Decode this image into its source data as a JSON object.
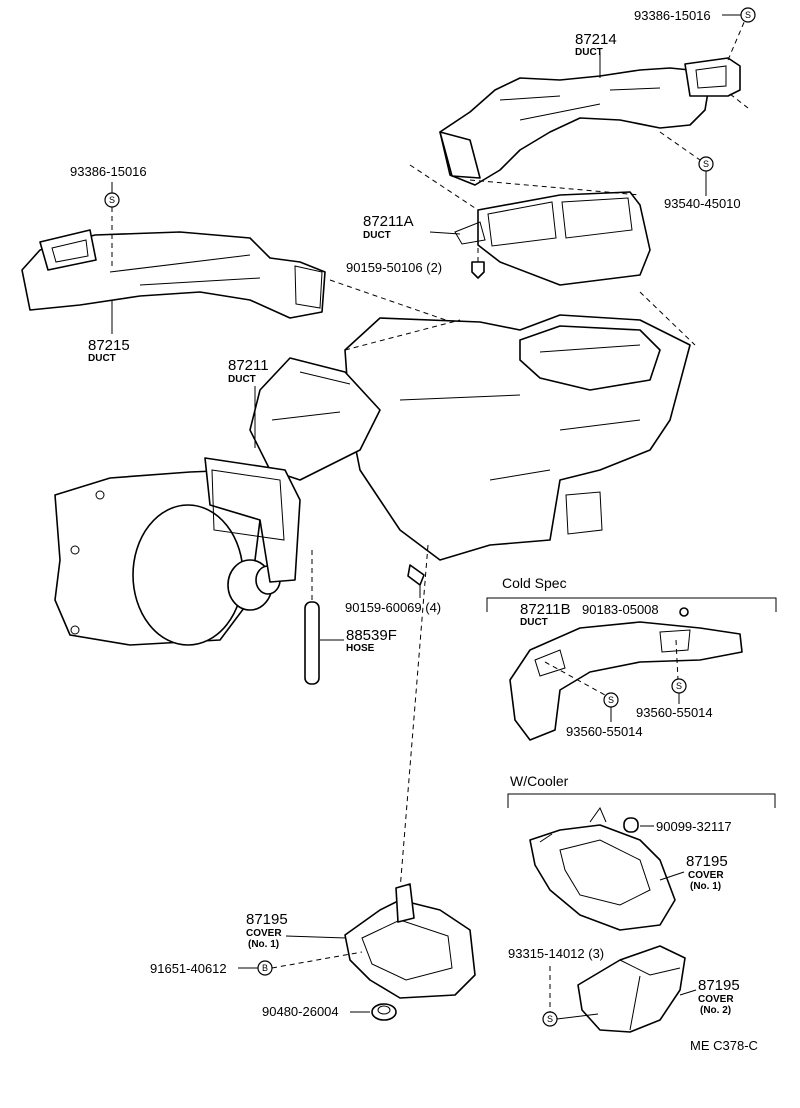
{
  "labels": {
    "p93386_top": "93386-15016",
    "p87214": "87214",
    "duct_87214": "DUCT",
    "p93540": "93540-45010",
    "p93386_left": "93386-15016",
    "p87211A": "87211A",
    "duct_87211A": "DUCT",
    "p90159_50106": "90159-50106 (2)",
    "p87215": "87215",
    "duct_87215": "DUCT",
    "p87211": "87211",
    "duct_87211": "DUCT",
    "p90159_60069": "90159-60069 (4)",
    "p88539F": "88539F",
    "hose": "HOSE",
    "p87211B": "87211B",
    "duct_87211B": "DUCT",
    "p90183": "90183-05008",
    "p93560_a": "93560-55014",
    "p93560_b": "93560-55014",
    "p90099": "90099-32117",
    "p87195_a": "87195",
    "cover_a": "COVER",
    "no1_a": "(No. 1)",
    "p93315": "93315-14012 (3)",
    "p87195_b": "87195",
    "cover_b": "COVER",
    "no2_b": "(No. 2)",
    "p87195_c": "87195",
    "cover_c": "COVER",
    "no1_c": "(No. 1)",
    "p91651": "91651-40612",
    "p90480": "90480-26004",
    "catalog_code": "ME  C378-C"
  },
  "sections": {
    "cold_spec": "Cold Spec",
    "w_cooler": "W/Cooler"
  },
  "symbols": {
    "screw": "S",
    "bolt": "B"
  }
}
